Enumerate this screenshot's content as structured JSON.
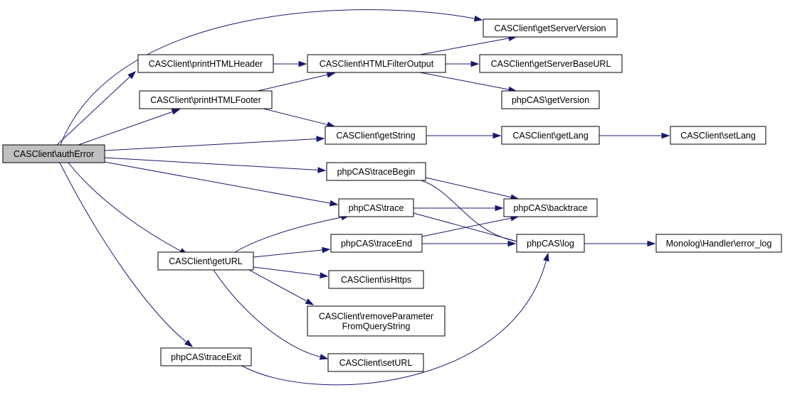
{
  "graph": {
    "colors": {
      "edge": "#191970",
      "node_border": "#000000",
      "root_fill": "#bfbfbf",
      "node_fill": "#ffffff"
    },
    "nodes": [
      {
        "id": "authError",
        "label": [
          "CASClient\\authError"
        ],
        "root": true
      },
      {
        "id": "getServerVersion",
        "label": [
          "CASClient\\getServerVersion"
        ]
      },
      {
        "id": "printHTMLHeader",
        "label": [
          "CASClient\\printHTMLHeader"
        ]
      },
      {
        "id": "HTMLFilterOutput",
        "label": [
          "CASClient\\HTMLFilterOutput"
        ]
      },
      {
        "id": "getServerBaseURL",
        "label": [
          "CASClient\\getServerBaseURL"
        ]
      },
      {
        "id": "printHTMLFooter",
        "label": [
          "CASClient\\printHTMLFooter"
        ]
      },
      {
        "id": "getVersion",
        "label": [
          "phpCAS\\getVersion"
        ]
      },
      {
        "id": "getString",
        "label": [
          "CASClient\\getString"
        ]
      },
      {
        "id": "getLang",
        "label": [
          "CASClient\\getLang"
        ]
      },
      {
        "id": "setLang",
        "label": [
          "CASClient\\setLang"
        ]
      },
      {
        "id": "traceBegin",
        "label": [
          "phpCAS\\traceBegin"
        ]
      },
      {
        "id": "trace",
        "label": [
          "phpCAS\\trace"
        ]
      },
      {
        "id": "backtrace",
        "label": [
          "phpCAS\\backtrace"
        ]
      },
      {
        "id": "traceEnd",
        "label": [
          "phpCAS\\traceEnd"
        ]
      },
      {
        "id": "log",
        "label": [
          "phpCAS\\log"
        ]
      },
      {
        "id": "error_log",
        "label": [
          "Monolog\\Handler\\error_log"
        ]
      },
      {
        "id": "getURL",
        "label": [
          "CASClient\\getURL"
        ]
      },
      {
        "id": "isHttps",
        "label": [
          "CASClient\\isHttps"
        ]
      },
      {
        "id": "removeParameterFromQueryString",
        "label": [
          "CASClient\\removeParameter",
          "FromQueryString"
        ]
      },
      {
        "id": "traceExit",
        "label": [
          "phpCAS\\traceExit"
        ]
      },
      {
        "id": "setURL",
        "label": [
          "CASClient\\setURL"
        ]
      }
    ],
    "edges": [
      {
        "from": "authError",
        "to": "getServerVersion"
      },
      {
        "from": "authError",
        "to": "printHTMLHeader"
      },
      {
        "from": "authError",
        "to": "printHTMLFooter"
      },
      {
        "from": "authError",
        "to": "getString"
      },
      {
        "from": "authError",
        "to": "traceBegin"
      },
      {
        "from": "authError",
        "to": "trace"
      },
      {
        "from": "authError",
        "to": "getURL"
      },
      {
        "from": "authError",
        "to": "traceExit"
      },
      {
        "from": "printHTMLHeader",
        "to": "HTMLFilterOutput"
      },
      {
        "from": "printHTMLFooter",
        "to": "HTMLFilterOutput"
      },
      {
        "from": "printHTMLFooter",
        "to": "getString"
      },
      {
        "from": "HTMLFilterOutput",
        "to": "getServerVersion"
      },
      {
        "from": "HTMLFilterOutput",
        "to": "getServerBaseURL"
      },
      {
        "from": "HTMLFilterOutput",
        "to": "getVersion"
      },
      {
        "from": "getString",
        "to": "getLang"
      },
      {
        "from": "getLang",
        "to": "setLang"
      },
      {
        "from": "traceBegin",
        "to": "backtrace"
      },
      {
        "from": "traceBegin",
        "to": "log"
      },
      {
        "from": "trace",
        "to": "backtrace"
      },
      {
        "from": "trace",
        "to": "log"
      },
      {
        "from": "traceEnd",
        "to": "backtrace"
      },
      {
        "from": "traceEnd",
        "to": "log"
      },
      {
        "from": "log",
        "to": "error_log"
      },
      {
        "from": "getURL",
        "to": "trace"
      },
      {
        "from": "getURL",
        "to": "traceEnd"
      },
      {
        "from": "getURL",
        "to": "isHttps"
      },
      {
        "from": "getURL",
        "to": "removeParameterFromQueryString"
      },
      {
        "from": "getURL",
        "to": "setURL"
      },
      {
        "from": "traceExit",
        "to": "log"
      }
    ]
  }
}
